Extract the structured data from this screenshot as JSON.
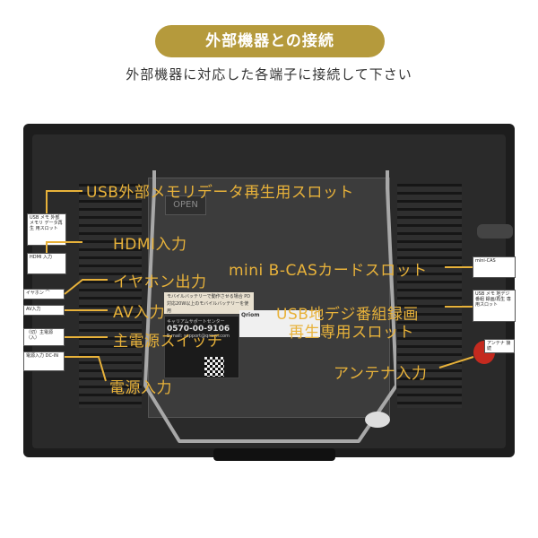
{
  "header": {
    "title": "外部機器との接続",
    "subtitle": "外部機器に対応した各端子に接続して下さい"
  },
  "device": {
    "open_label": "OPEN",
    "warning_sticker": "モバイルバッテリーで動作させる場合 PD対応20W以上のモバイルバッテリーを使用",
    "support_title": "キャリアムサポートセンター",
    "support_tel": "0570-00-9106",
    "support_email": "E-mail: support@qriom.com",
    "brand": "Qriom"
  },
  "left_ports": [
    {
      "key": "usb_memory",
      "text": "USB メモ 外部メモリ データ再生 用スロット"
    },
    {
      "key": "hdmi",
      "text": "HDMI 入力"
    },
    {
      "key": "earphone",
      "text": "イヤホン ⌒"
    },
    {
      "key": "av",
      "text": "AV入力"
    },
    {
      "key": "main_power",
      "text": "（切）主電源（入）"
    },
    {
      "key": "power_in",
      "text": "電源入力 DC-IN"
    }
  ],
  "right_ports": [
    {
      "key": "bcas",
      "text": "mini-CAS"
    },
    {
      "key": "usb_tv",
      "text": "USB メモ 地デジ番組 録画/再生 専用スロット"
    },
    {
      "key": "antenna",
      "text": "アンテナ 接続"
    }
  ],
  "callouts": {
    "usb_memory": "USB外部メモリデータ再生用スロット",
    "hdmi": "HDMI入力",
    "earphone": "イヤホン出力",
    "av": "AV入力",
    "main_power": "主電源スイッチ",
    "power_in": "電源入力",
    "bcas": "mini B-CASカードスロット",
    "usb_tv_line1": "USB地デジ番組録画",
    "usb_tv_line2": "再生専用スロット",
    "antenna": "アンテナ入力"
  },
  "colors": {
    "accent": "#b59a3c",
    "callout": "#e8b23a",
    "antenna_knob": "#c42a1f"
  }
}
